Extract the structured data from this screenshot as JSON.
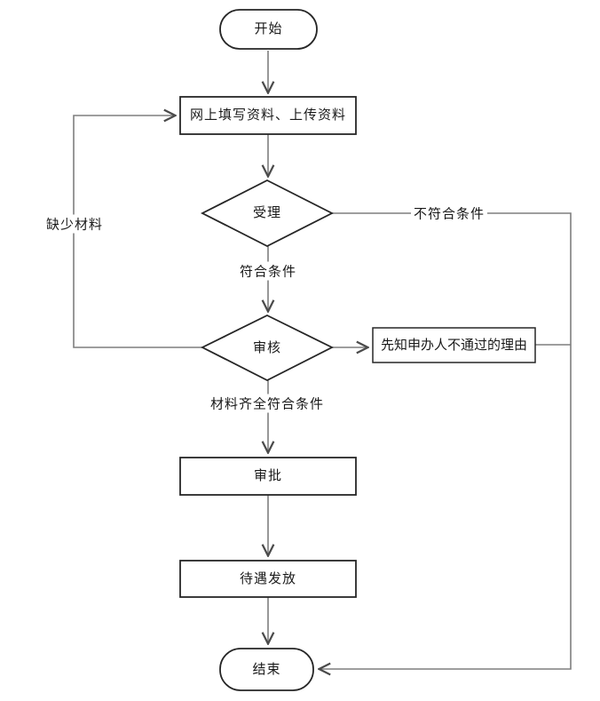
{
  "diagram": {
    "type": "flowchart",
    "background": "#ffffff",
    "colors": {
      "shape_stroke": "#262626",
      "shape_fill": "#ffffff",
      "connector": "#7f7f7f",
      "arrowhead": "#4a4a4a",
      "text": "#1a1a1a"
    },
    "nodes": {
      "start": {
        "label": "开始",
        "type": "terminator"
      },
      "fill": {
        "label": "网上填写资料、上传资料",
        "type": "process"
      },
      "accept": {
        "label": "受理",
        "type": "decision"
      },
      "review": {
        "label": "审核",
        "type": "decision"
      },
      "notify": {
        "label": "先知申办人不通过的理由",
        "type": "process"
      },
      "approve": {
        "label": "审批",
        "type": "process"
      },
      "benefit": {
        "label": "待遇发放",
        "type": "process"
      },
      "end": {
        "label": "结束",
        "type": "terminator"
      }
    },
    "edge_labels": {
      "meets": "符合条件",
      "notmeets": "不符合条件",
      "missing": "缺少材料",
      "complete": "材料齐全符合条件"
    },
    "edges": [
      {
        "from": "start",
        "to": "fill",
        "label": ""
      },
      {
        "from": "fill",
        "to": "accept",
        "label": ""
      },
      {
        "from": "accept",
        "to": "review",
        "label": "符合条件"
      },
      {
        "from": "accept",
        "to": "end",
        "label": "不符合条件"
      },
      {
        "from": "review",
        "to": "notify",
        "label": ""
      },
      {
        "from": "notify",
        "to": "end",
        "label": ""
      },
      {
        "from": "review",
        "to": "fill",
        "label": "缺少材料"
      },
      {
        "from": "review",
        "to": "approve",
        "label": "材料齐全符合条件"
      },
      {
        "from": "approve",
        "to": "benefit",
        "label": ""
      },
      {
        "from": "benefit",
        "to": "end",
        "label": ""
      }
    ]
  }
}
